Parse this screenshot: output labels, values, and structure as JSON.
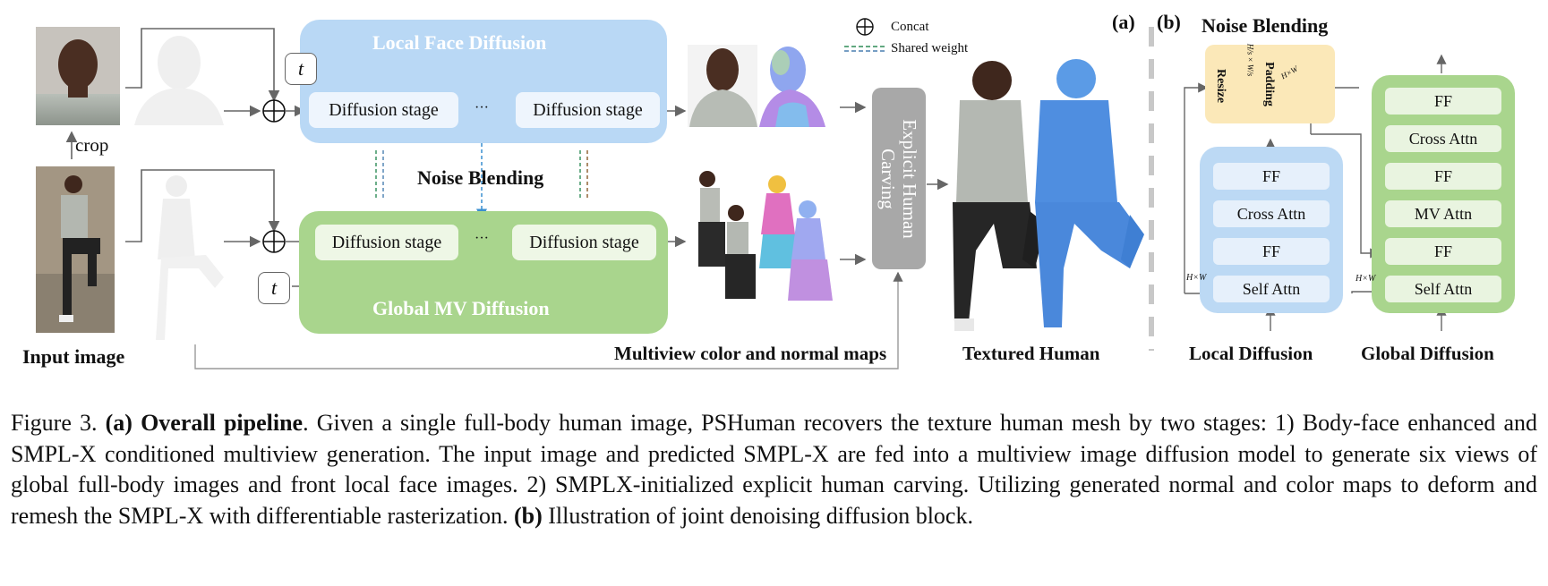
{
  "figure": {
    "part_a": "(a)",
    "part_b": "(b)",
    "pipeline": {
      "local_face_diffusion": "Local Face Diffusion",
      "global_mv_diffusion": "Global MV Diffusion",
      "diffusion_stage": "Diffusion stage",
      "dots": "···",
      "t_symbol": "t",
      "noise_blending": "Noise Blending",
      "crop": "crop",
      "input_image": "Input image",
      "multiview_maps": "Multiview color and normal maps",
      "textured_human": "Textured Human",
      "explicit_carving": "Explicit Human Carving"
    },
    "legend": {
      "concat": "Concat",
      "shared_weight": "Shared weight"
    },
    "block_b": {
      "noise_blending_title": "Noise Blending",
      "resize": "Resize",
      "padding": "Padding",
      "h_over_s": "H/s × W/s",
      "hxw": "H×W",
      "local_blocks": [
        "FF",
        "Cross Attn",
        "FF",
        "Self Attn"
      ],
      "global_blocks": [
        "FF",
        "Cross Attn",
        "FF",
        "MV Attn",
        "FF",
        "Self Attn"
      ],
      "local_label": "Local Diffusion",
      "global_label": "Global Diffusion"
    },
    "colors": {
      "blue_box": "#b9d8f5",
      "green_box": "#a9d58d",
      "noise_box": "#fbe8b8",
      "carve": "#a8a8a8",
      "mesh_blue": "#5b9be6"
    }
  },
  "caption": {
    "label": "Figure 3.",
    "a_tag": "(a)",
    "a_title": "Overall pipeline",
    "text1": ". Given a single full-body human image, PSHuman recovers the texture human mesh by two stages: 1) Body-face enhanced and SMPL-X conditioned multiview generation. The input image and predicted SMPL-X are fed into a multiview image diffusion model to generate six views of global full-body images and front local face images. 2) SMPLX-initialized explicit human carving. Utilizing generated normal and color maps to deform and remesh the SMPL-X with differentiable rasterization.",
    "b_tag": "(b)",
    "text2": "Illustration of joint denoising diffusion block."
  }
}
